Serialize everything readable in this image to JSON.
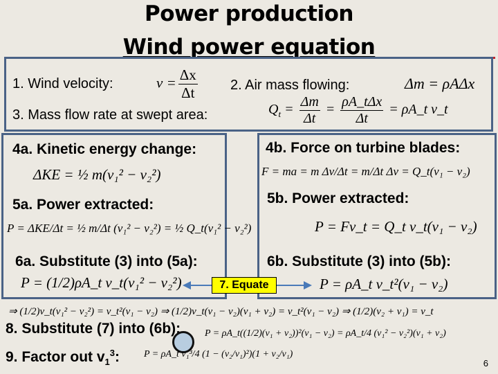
{
  "slide": {
    "title_line1": "Power production",
    "title_line2": "Wind power equation",
    "page_number": "6"
  },
  "colors": {
    "background": "#ece9e2",
    "box_border": "#4a6286",
    "accent_red": "#c0262c",
    "equate_fill": "#ffff00",
    "arrow": "#4a7ab8"
  },
  "steps": {
    "s1": {
      "label": "1. Wind velocity:",
      "eq": {
        "lhs": "v =",
        "num": "Δx",
        "den": "Δt"
      }
    },
    "s2": {
      "label": "2. Air mass flowing:",
      "eq": "Δm = ρAΔx"
    },
    "s3": {
      "label": "3. Mass flow rate at swept area:",
      "eq": {
        "lhs": "Q",
        "sub": "t",
        "f1n": "Δm",
        "f1d": "Δt",
        "f2n": "ρA_tΔx",
        "f2d": "Δt",
        "rhs": "= ρA_t v_t"
      }
    },
    "s4a": {
      "label": "4a. Kinetic energy change:",
      "eq": "ΔKE = ½ m(v₁² − v₂²)"
    },
    "s4b": {
      "label": "4b. Force on turbine blades:",
      "eq": "F = ma = m Δv/Δt = m/Δt Δv = Q_t(v₁ − v₂)"
    },
    "s5a": {
      "label": "5a. Power extracted:",
      "eq": "P = ΔKE/Δt = ½ m/Δt (v₁² − v₂²) = ½ Q_t(v₁² − v₂²)"
    },
    "s5b": {
      "label": "5b. Power extracted:",
      "eq": "P = Fv_t = Q_t v_t(v₁ − v₂)"
    },
    "s6a": {
      "label": "6a. Substitute (3) into (5a):",
      "eq": "P = (1/2)ρA_t v_t(v₁² − v₂²)"
    },
    "s6b": {
      "label": "6b. Substitute (3) into (5b):",
      "eq": "P = ρA_t v_t²(v₁ − v₂)"
    },
    "s7": {
      "label": "7. Equate"
    },
    "derivation": "⇒ (1/2)v_t(v₁² − v₂²) = v_t²(v₁ − v₂) ⇒ (1/2)v_t(v₁ − v₂)(v₁ + v₂) = v_t²(v₁ − v₂) ⇒ (1/2)(v₂ + v₁) = v_t",
    "s8": {
      "label": "8. Substitute (7) into (6b):",
      "eq": "P = ρA_t((1/2)(v₁ + v₂))²(v₁ − v₂) = ρA_t/4 (v₁² − v₂²)(v₁ + v₂)"
    },
    "s9": {
      "label": "9. Factor out v",
      "label_sub": "1",
      "label_sup": "3",
      "label_end": ":",
      "eq": "P = ρA_t v₁³/4 (1 − (v₂/v₁)²)(1 + v₂/v₁)"
    }
  }
}
